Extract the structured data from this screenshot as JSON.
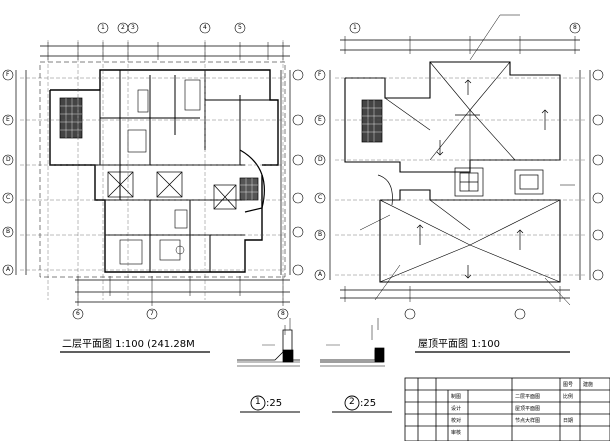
{
  "drawing": {
    "plan_left_title": "二层平面图 1:100 (241.28M",
    "plan_right_title": "屋顶平面图 1:100",
    "detail_1": {
      "number": "1",
      "scale": ":25"
    },
    "detail_2": {
      "number": "2",
      "scale": ":25"
    },
    "left_axes_horizontal": [
      "1",
      "2",
      "3",
      "4",
      "5",
      "6",
      "7",
      "8"
    ],
    "left_axes_vertical": [
      "F",
      "E",
      "D",
      "C",
      "B",
      "A"
    ],
    "right_axes_horizontal": [
      "1",
      "8"
    ],
    "right_axes_vertical": [
      "F",
      "E",
      "D",
      "C",
      "B",
      "A"
    ],
    "title_block": {
      "drawing_names": [
        "二层平面图",
        "屋顶平面图",
        "节点大样图"
      ],
      "roles": [
        "制图",
        "设计",
        "校对",
        "审核"
      ],
      "fields": [
        "图号",
        "比例",
        "日期"
      ],
      "corner_text": "建施"
    }
  }
}
